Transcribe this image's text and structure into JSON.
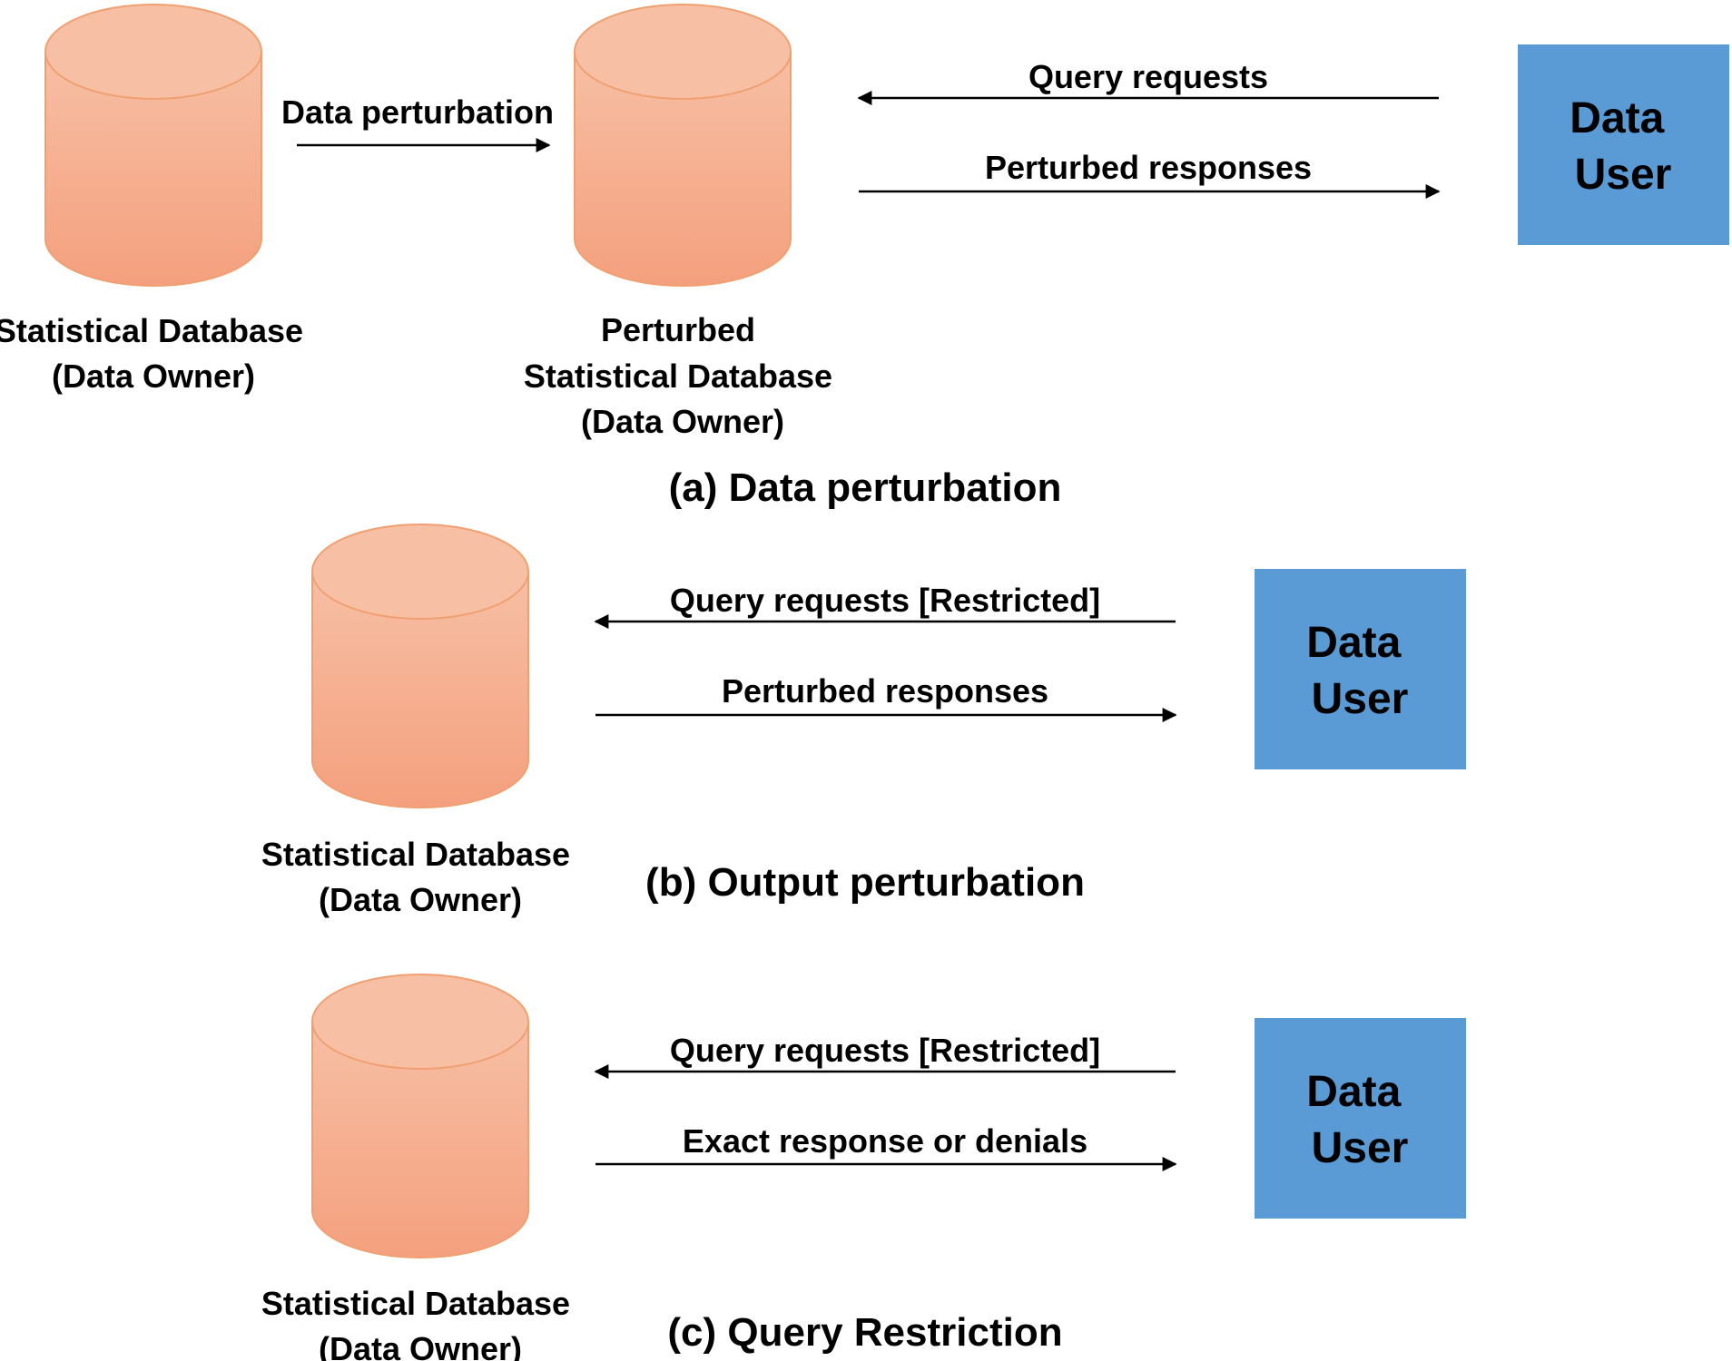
{
  "colors": {
    "cylinder_top": "#f7bfa4",
    "cylinder_bottom": "#f4a07e",
    "cylinder_stroke": "#f0a070",
    "user_box": "#5b9bd5",
    "arrow": "#000000"
  },
  "panel_a": {
    "source_db_label": [
      "Statistical Database",
      "(Data Owner)"
    ],
    "perturb_arrow_label": "Data perturbation",
    "perturbed_db_label": [
      "Perturbed",
      "Statistical Database",
      "(Data Owner)"
    ],
    "request_label": "Query requests",
    "response_label": "Perturbed responses",
    "user_label": [
      "Data",
      "User"
    ],
    "caption": "(a) Data perturbation"
  },
  "panel_b": {
    "db_label": [
      "Statistical Database",
      "(Data Owner)"
    ],
    "request_label": "Query requests [Restricted]",
    "response_label": "Perturbed responses",
    "user_label": [
      "Data",
      "User"
    ],
    "caption": "(b) Output perturbation"
  },
  "panel_c": {
    "db_label": [
      "Statistical Database",
      "(Data Owner)"
    ],
    "request_label": "Query requests [Restricted]",
    "response_label": "Exact response or denials",
    "user_label": [
      "Data",
      "User"
    ],
    "caption": "(c) Query Restriction"
  }
}
